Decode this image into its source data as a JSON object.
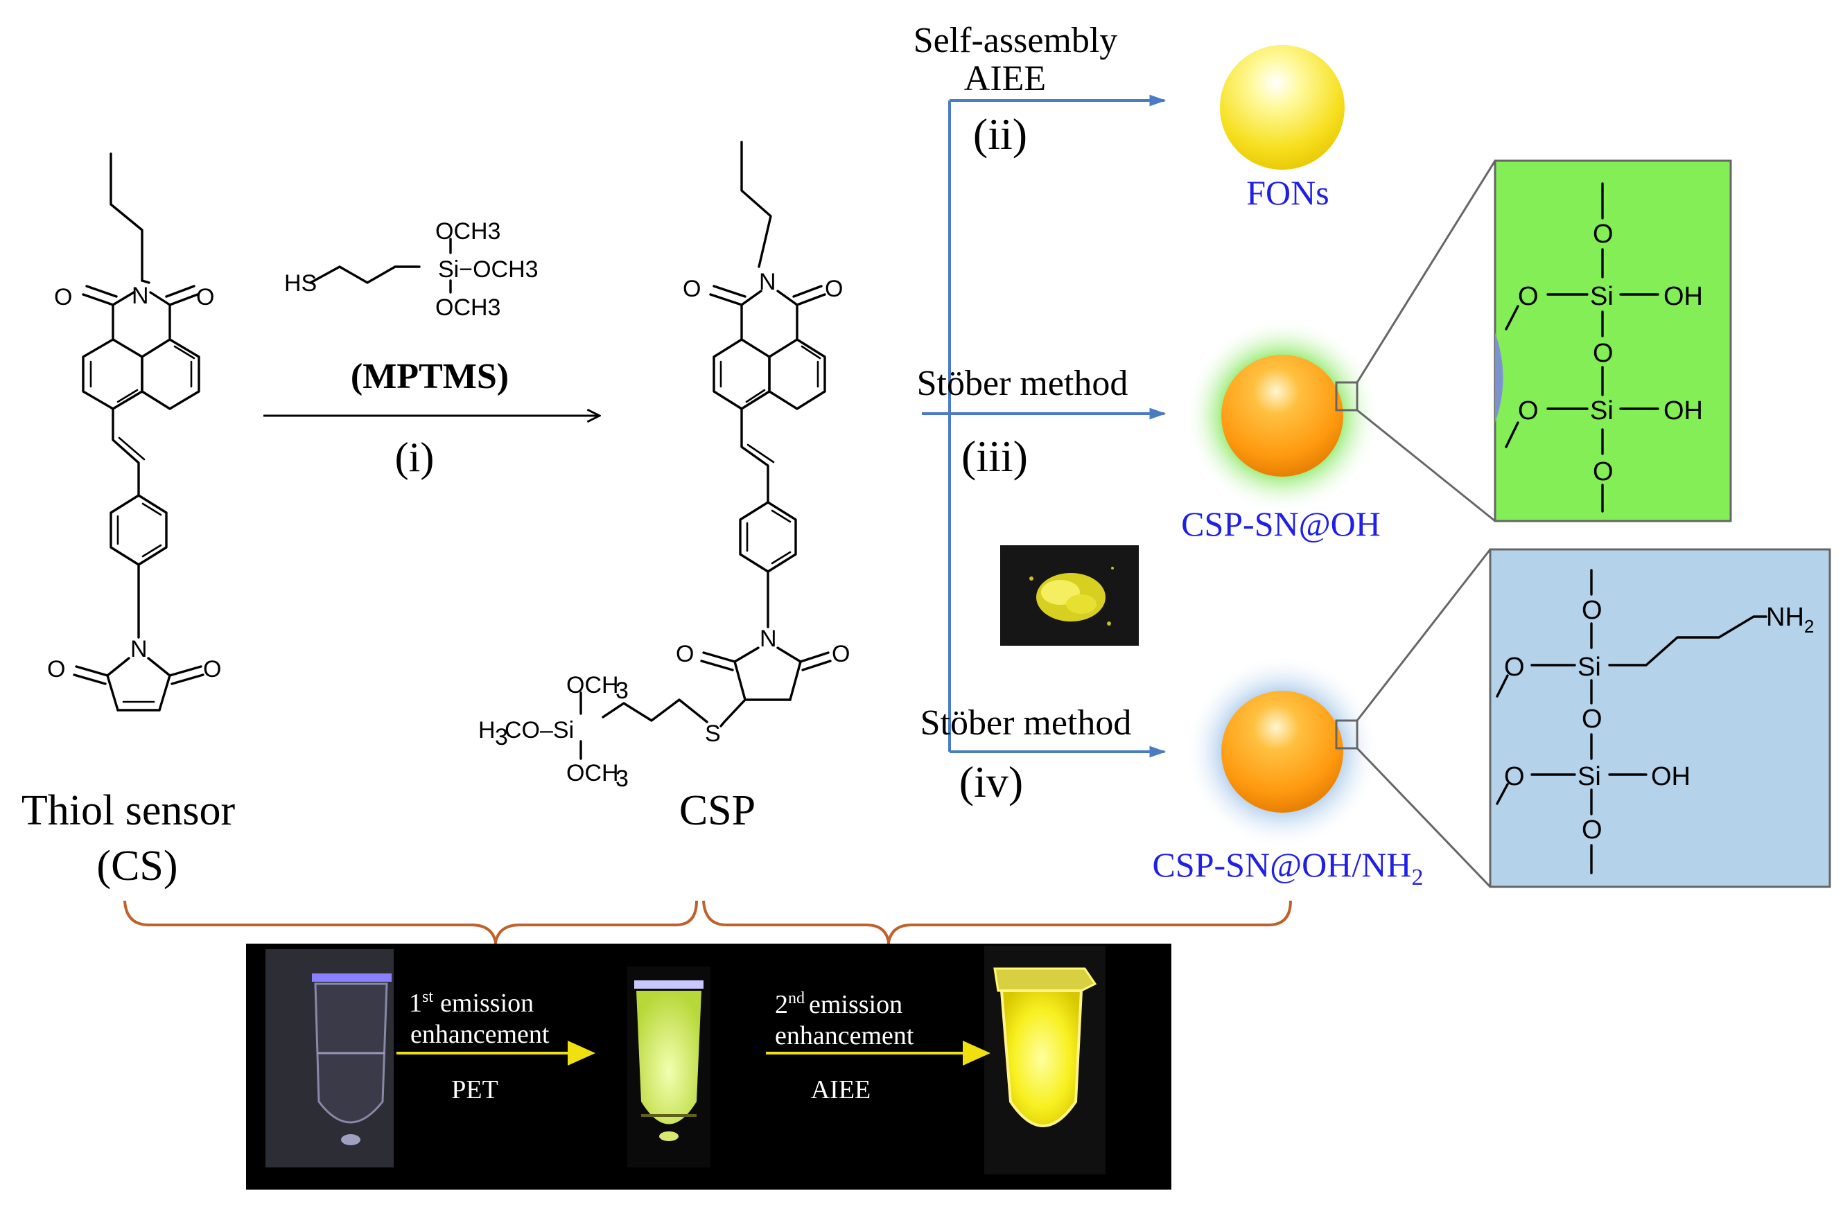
{
  "scheme": {
    "reagent": {
      "och3_top": "OCH3",
      "och3_right": "Si−OCH3",
      "och3_bottom": "OCH3",
      "hs": "HS",
      "name": "(MPTMS)"
    },
    "steps": {
      "i": "(i)",
      "ii": "(ii)",
      "iii": "(iii)",
      "iv": "(iv)"
    },
    "route_labels": {
      "self_assembly": "Self-assembly",
      "aiee": "AIEE",
      "stober_1": "Stöber method",
      "stober_2": "Stöber method"
    },
    "compounds": {
      "cs_line1": "Thiol sensor",
      "cs_line2": "(CS)",
      "csp": "CSP"
    },
    "particles": {
      "fons": "FONs",
      "csp_sn_oh": "CSP-SN@OH",
      "csp_sn_oh_nh2": "CSP-SN@OH/NH",
      "nh2_subscript": "2"
    },
    "surface_green": {
      "si1": "Si",
      "si2": "Si",
      "oh1": "OH",
      "oh2": "OH",
      "o": "O"
    },
    "surface_blue": {
      "si1": "Si",
      "si2": "Si",
      "oh": "OH",
      "nh2": "NH",
      "nh2_sub": "2",
      "o": "O"
    },
    "emission": {
      "first_num": "1",
      "first_sup": "st",
      "first_word": "emission",
      "first_line2": "enhancement",
      "first_mech": "PET",
      "second_num": "2",
      "second_sup": "nd",
      "second_word": "emission",
      "second_line2": "enhancement",
      "second_mech": "AIEE"
    }
  },
  "colors": {
    "flow_arrow": "#4a7cc4",
    "brace": "#c0602a",
    "label_blue": "#1f1fe6",
    "green_panel": "#83ee55",
    "blue_panel": "#b4d2ea",
    "emission_arrow": "#f0e010"
  }
}
